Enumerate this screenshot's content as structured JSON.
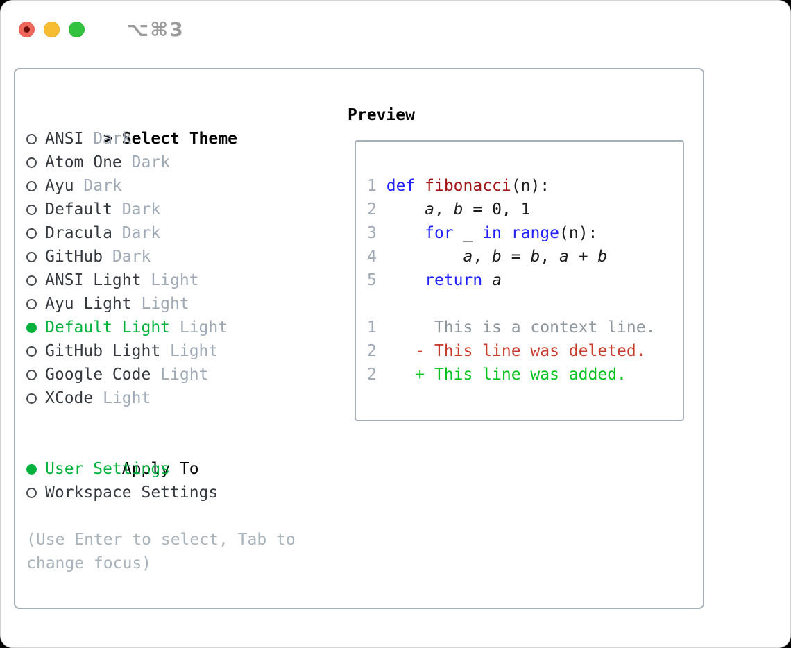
{
  "window": {
    "title": "⌥⌘3",
    "traffic_lights": [
      {
        "name": "close",
        "color": "#ee675c",
        "inner_dot": "#6d100b"
      },
      {
        "name": "minimize",
        "color": "#f6bd33"
      },
      {
        "name": "zoom",
        "color": "#33c23d"
      }
    ]
  },
  "theme_selector": {
    "cursor": ">",
    "heading": "Select Theme",
    "items": [
      {
        "name": "ANSI",
        "variant": "Dark",
        "selected": false
      },
      {
        "name": "Atom One",
        "variant": "Dark",
        "selected": false
      },
      {
        "name": "Ayu",
        "variant": "Dark",
        "selected": false
      },
      {
        "name": "Default",
        "variant": "Dark",
        "selected": false
      },
      {
        "name": "Dracula",
        "variant": "Dark",
        "selected": false
      },
      {
        "name": "GitHub",
        "variant": "Dark",
        "selected": false
      },
      {
        "name": "ANSI Light",
        "variant": "Light",
        "selected": false
      },
      {
        "name": "Ayu Light",
        "variant": "Light",
        "selected": false
      },
      {
        "name": "Default Light",
        "variant": "Light",
        "selected": true
      },
      {
        "name": "GitHub Light",
        "variant": "Light",
        "selected": false
      },
      {
        "name": "Google Code",
        "variant": "Light",
        "selected": false
      },
      {
        "name": "XCode",
        "variant": "Light",
        "selected": false
      }
    ]
  },
  "apply_to": {
    "heading": "Apply To",
    "options": [
      {
        "label": "User Settings",
        "selected": true
      },
      {
        "label": "Workspace Settings",
        "selected": false
      }
    ]
  },
  "hint_lines": [
    "(Use Enter to select, Tab to",
    "change focus)"
  ],
  "preview": {
    "heading": "Preview",
    "lines": [
      [
        [
          "lnum",
          "1"
        ],
        [
          "pl",
          " "
        ],
        [
          "kw",
          "def"
        ],
        [
          "pl",
          " "
        ],
        [
          "fn",
          "fibonacci"
        ],
        [
          "pl",
          "(n):"
        ]
      ],
      [
        [
          "lnum",
          "2"
        ],
        [
          "pl",
          "     "
        ],
        [
          "var",
          "a"
        ],
        [
          "pl",
          ", "
        ],
        [
          "var",
          "b"
        ],
        [
          "pl",
          " = 0, 1"
        ]
      ],
      [
        [
          "lnum",
          "3"
        ],
        [
          "pl",
          "     "
        ],
        [
          "kw",
          "for"
        ],
        [
          "pl",
          " _ "
        ],
        [
          "kw",
          "in"
        ],
        [
          "pl",
          " "
        ],
        [
          "kw",
          "range"
        ],
        [
          "pl",
          "(n):"
        ]
      ],
      [
        [
          "lnum",
          "4"
        ],
        [
          "pl",
          "         "
        ],
        [
          "var",
          "a"
        ],
        [
          "pl",
          ", "
        ],
        [
          "var",
          "b"
        ],
        [
          "pl",
          " = "
        ],
        [
          "var",
          "b"
        ],
        [
          "pl",
          ", "
        ],
        [
          "var",
          "a"
        ],
        [
          "pl",
          " + "
        ],
        [
          "var",
          "b"
        ]
      ],
      [
        [
          "lnum",
          "5"
        ],
        [
          "pl",
          "     "
        ],
        [
          "kw",
          "return"
        ],
        [
          "pl",
          " "
        ],
        [
          "var",
          "a"
        ]
      ],
      [],
      [
        [
          "lnum",
          "1"
        ],
        [
          "ctx",
          "      This is a context line."
        ]
      ],
      [
        [
          "lnum",
          "2"
        ],
        [
          "pl",
          "    "
        ],
        [
          "del",
          "- This line was deleted."
        ]
      ],
      [
        [
          "lnum",
          "2"
        ],
        [
          "pl",
          "    "
        ],
        [
          "add",
          "+ This line was added."
        ]
      ]
    ]
  },
  "colors": {
    "selection_green": "#00b23c",
    "keyword_blue": "#1f1fff",
    "function_red": "#a31515",
    "deleted_red": "#c83c2c",
    "added_green": "#00c31d",
    "context_gray": "#8d959d",
    "muted_gray": "#9fa9b5",
    "border_gray": "#a6aeb8",
    "traffic_red": "#ee675c",
    "traffic_yellow": "#f6bd33",
    "traffic_green": "#33c23d"
  }
}
